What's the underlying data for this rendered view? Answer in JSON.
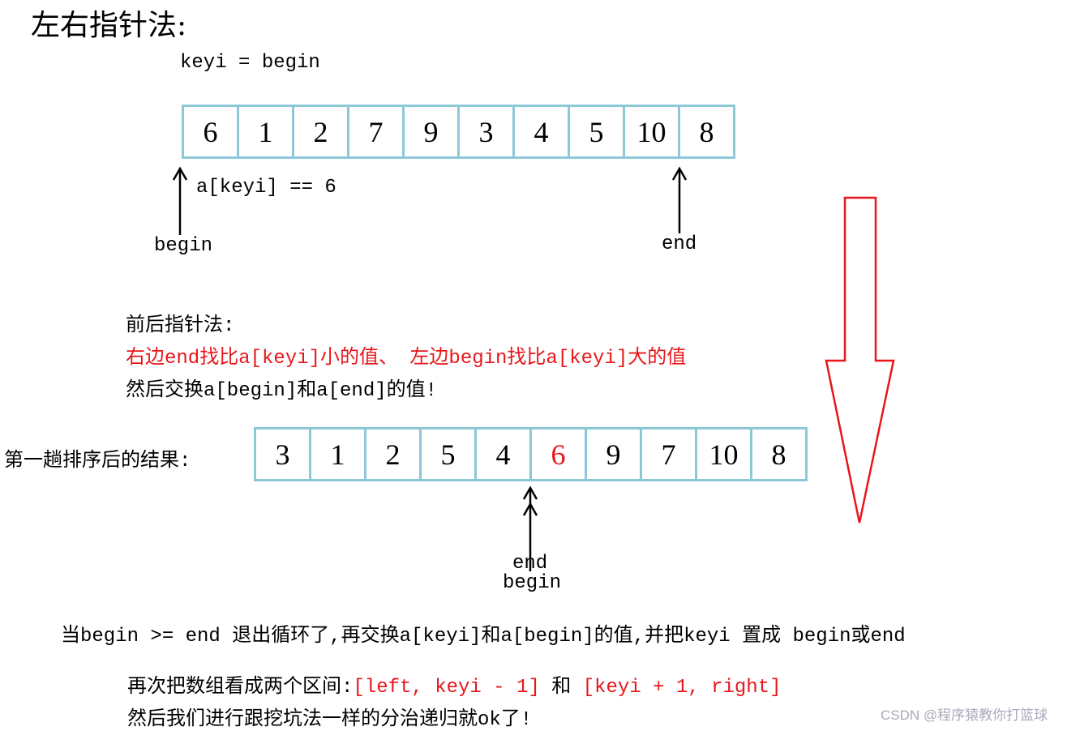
{
  "title": "左右指针法:",
  "keyi_label": "keyi = begin",
  "array1": [
    "6",
    "1",
    "2",
    "7",
    "9",
    "3",
    "4",
    "5",
    "10",
    "8"
  ],
  "akeyi_label": "a[keyi] == 6",
  "begin_label": "begin",
  "end_label": "end",
  "method": {
    "heading": "前后指针法:",
    "rule": "右边end找比a[keyi]小的值、 左边begin找比a[keyi]大的值",
    "swap": "然后交换a[begin]和a[end]的值!"
  },
  "result_label": "第一趟排序后的结果:",
  "array2": [
    "3",
    "1",
    "2",
    "5",
    "4",
    "6",
    "9",
    "7",
    "10",
    "8"
  ],
  "pivot_index": 5,
  "bottom_end": "end",
  "bottom_begin": "begin",
  "exit_text": "当begin >= end 退出循环了,再交换a[keyi]和a[begin]的值,并把keyi 置成 begin或end",
  "interval": {
    "prefix": "再次把数组看成两个区间:",
    "left": "[left, keyi - 1]",
    "and": " 和 ",
    "right": "[keyi + 1, right]"
  },
  "final_text": "然后我们进行跟挖坑法一样的分治递归就ok了!",
  "watermark": "CSDN @程序猿教你打篮球",
  "colors": {
    "red": "#e8161a",
    "cell_border": "#8dc8d8"
  }
}
